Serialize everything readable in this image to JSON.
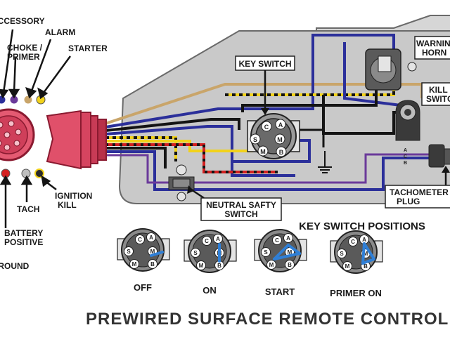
{
  "title": "PREWIRED SURFACE REMOTE CONTROL",
  "connector_labels": {
    "accessory": "ACCESSORY",
    "alarm": "ALARM",
    "choke_line1": "CHOKE /",
    "choke_line2": "PRIMER",
    "starter": "STARTER",
    "ignition_line1": "IGNITION",
    "ignition_line2": "KILL",
    "tach": "TACH",
    "battery_line1": "BATTERY",
    "battery_line2": "POSITIVE",
    "ground": "GROUND"
  },
  "components": {
    "key_switch": "KEY SWITCH",
    "warning_line1": "WARNING",
    "warning_line2": "HORN",
    "kill_line1": "KILL",
    "kill_line2": "SWITCH",
    "neutral_line1": "NEUTRAL SAFTY",
    "neutral_line2": "SWITCH",
    "tach_line1": "TACHOMETER",
    "tach_line2": "PLUG"
  },
  "terminals": {
    "a": "A",
    "c": "C",
    "s": "S",
    "m": "M",
    "b": "B"
  },
  "tach_plug_letters": [
    "A",
    "C",
    "B"
  ],
  "positions_heading": "KEY SWITCH POSITIONS",
  "positions": [
    {
      "label": "OFF"
    },
    {
      "label": "ON"
    },
    {
      "label": "START"
    },
    {
      "label": "PRIMER ON"
    }
  ],
  "colors": {
    "housing": "#c9c9c9",
    "housing_stroke": "#6a6a6a",
    "connector": "#e0506a",
    "connector_dark": "#a8283f",
    "tan": "#c9a56a",
    "blue": "#2b2f9a",
    "black": "#141414",
    "yellow": "#f2d21a",
    "red": "#d42020",
    "purple": "#6b3a9a",
    "bridge": "#2f7fd6"
  }
}
